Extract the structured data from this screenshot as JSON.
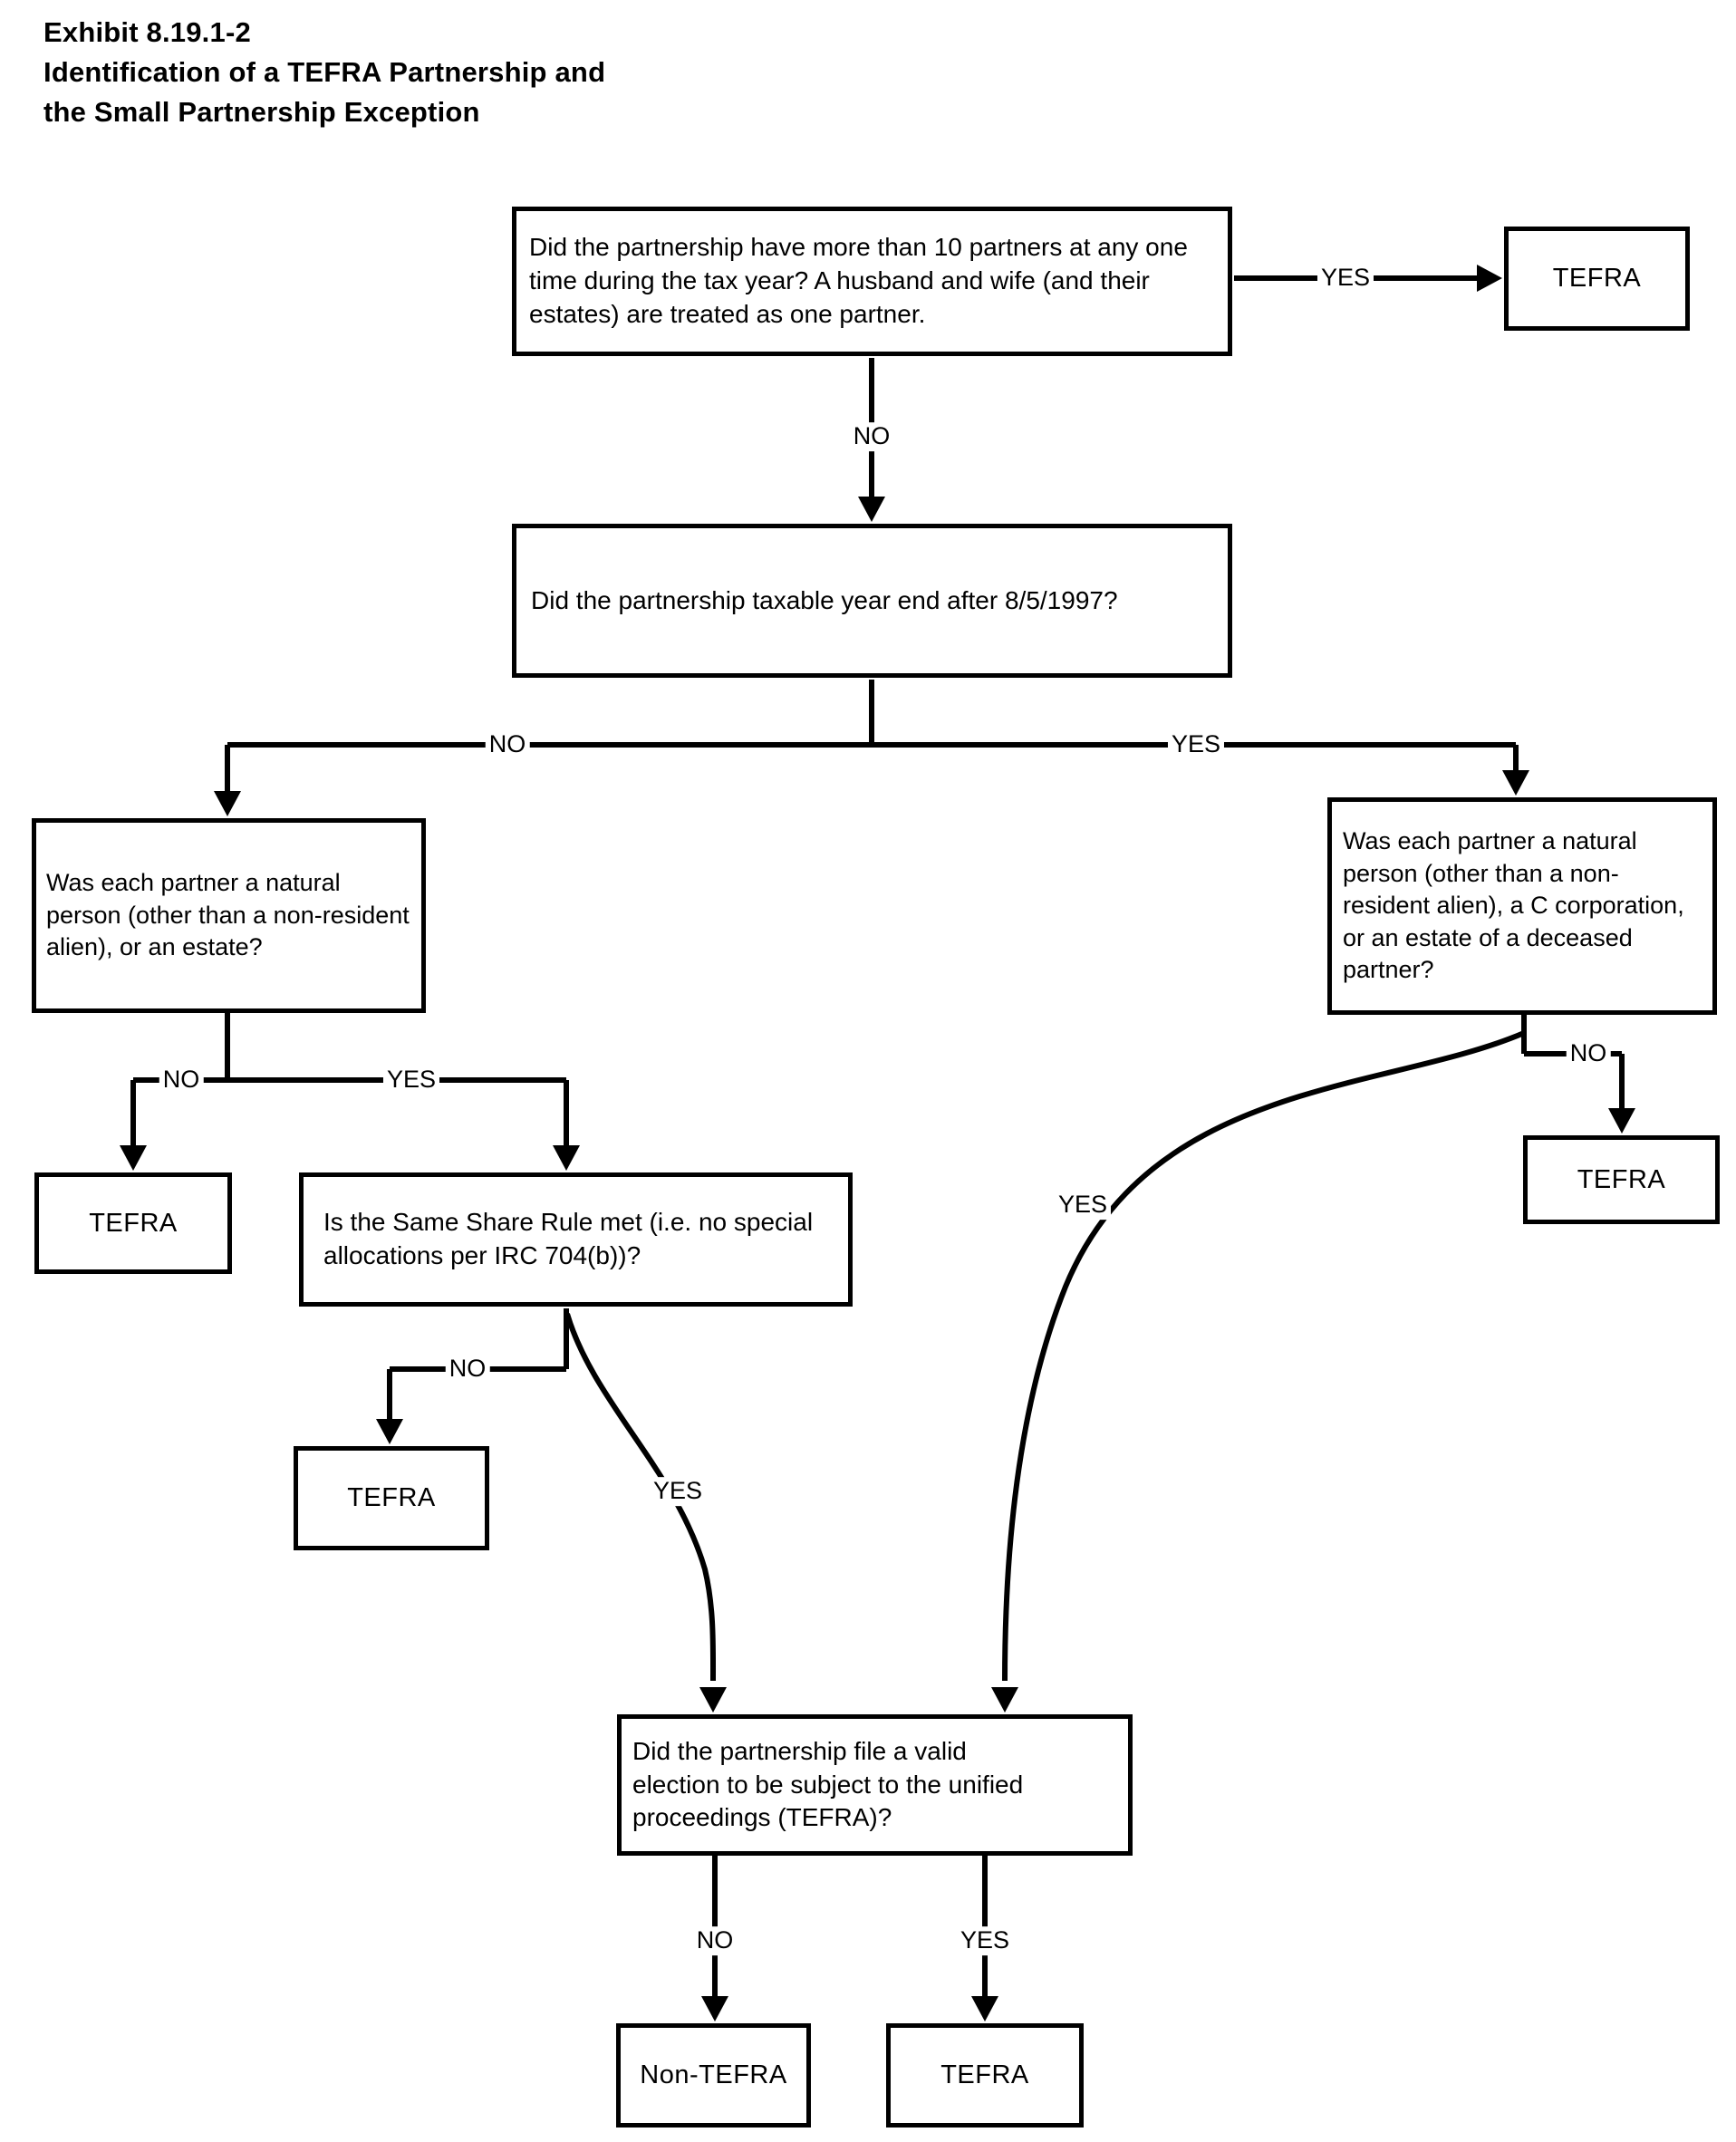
{
  "title": {
    "line1": "Exhibit 8.19.1-2",
    "line2": "Identification of a TEFRA Partnership and",
    "line3": "the Small Partnership Exception"
  },
  "nodes": {
    "q1": {
      "text": "Did the partnership have more than 10 partners at any one time during the tax year? A husband and wife (and their estates) are treated as one partner."
    },
    "t1": {
      "text": "TEFRA"
    },
    "q2": {
      "text": "Did the partnership taxable year end after 8/5/1997?"
    },
    "q3": {
      "text": "Was each partner a natural person (other than a non-resident alien), or an estate?"
    },
    "q4": {
      "text": "Was each partner a natural person (other than a non-resident alien), a C corporation, or an estate of a deceased partner?"
    },
    "t2": {
      "text": "TEFRA"
    },
    "q5": {
      "text": "Is the Same Share Rule met (i.e. no special allocations per IRC 704(b))?"
    },
    "t3": {
      "text": "TEFRA"
    },
    "t4": {
      "text": "TEFRA"
    },
    "q6": {
      "text": "Did the partnership file a valid election to be subject to the unified proceedings (TEFRA)?"
    },
    "t5": {
      "text": "Non-TEFRA"
    },
    "t6": {
      "text": "TEFRA"
    }
  },
  "labels": {
    "q1_yes": "YES",
    "q1_no": "NO",
    "q2_no": "NO",
    "q2_yes": "YES",
    "q3_no": "NO",
    "q3_yes": "YES",
    "q5_no": "NO",
    "q5_yes": "YES",
    "q4_no": "NO",
    "q4_yes": "YES",
    "q6_no": "NO",
    "q6_yes": "YES"
  },
  "colors": {
    "ink": "#000000",
    "background": "#ffffff"
  }
}
